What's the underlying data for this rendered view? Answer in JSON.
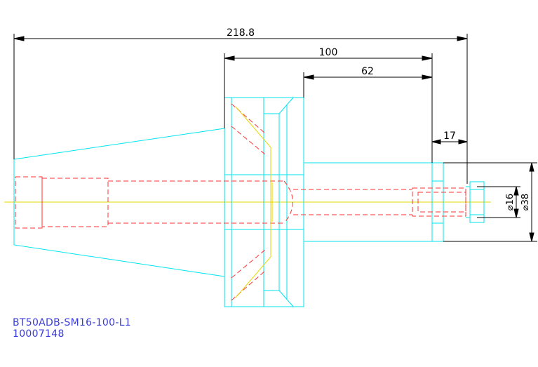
{
  "colors": {
    "outline": "#00e5ee",
    "hidden": "#ff3333",
    "center": "#e6d800",
    "dimension": "#000000",
    "caption": "#3b3bd6"
  },
  "dimensions": {
    "overall_length": "218.8",
    "gauge_to_end": "100",
    "flange_to_end": "62",
    "nose_length": "17",
    "bore_diameter": "⌀16",
    "nose_diameter": "⌀38"
  },
  "caption": {
    "model": "BT50ADB-SM16-100-L1",
    "code": "10007148"
  }
}
